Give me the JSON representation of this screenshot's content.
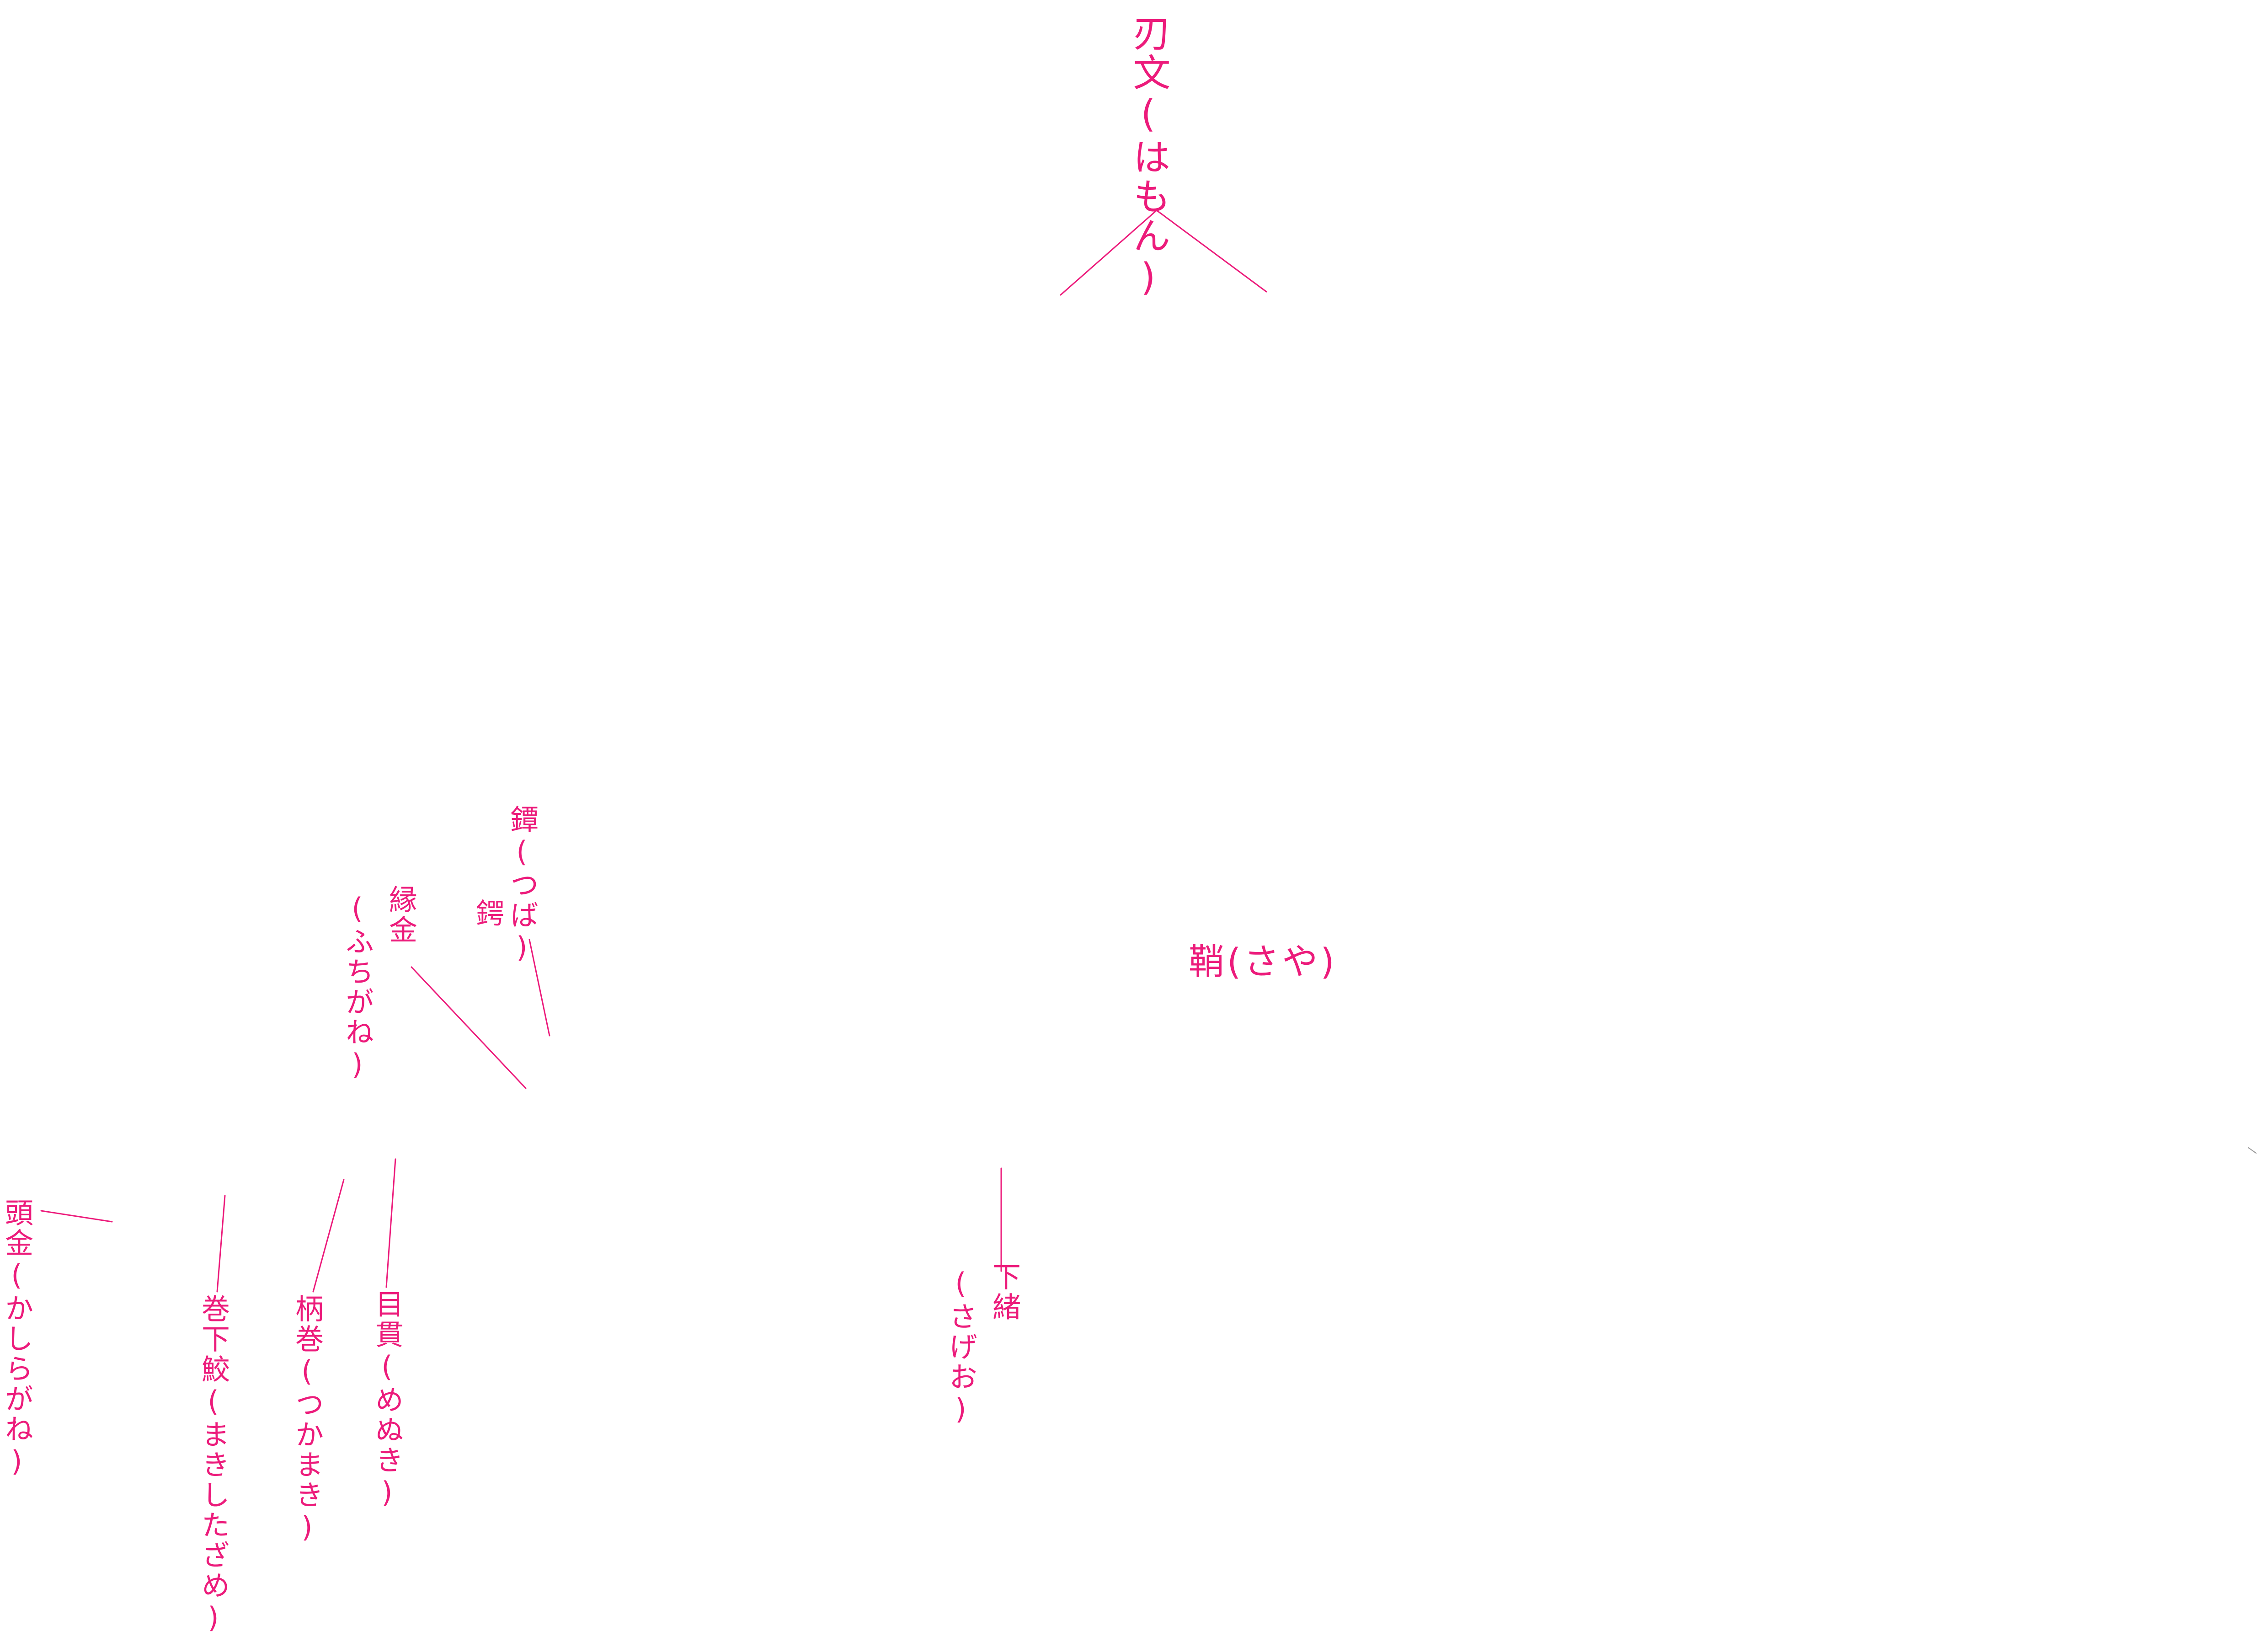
{
  "labels": {
    "hamon": "刃文(はもん)",
    "tsuba": "鐔(つば)",
    "tsuba_alt": "鍔",
    "fuchigane_kanji": "縁金",
    "fuchigane_reading": "(ふちがね)",
    "saya": "鞘(さや)",
    "sageo_kanji": "下緒",
    "sageo_reading": "(さげお)",
    "kashiragane": "頭金(かしらがね)",
    "makishitazame": "巻下鮫(まきしたざめ)",
    "tsukamaki": "柄巻(つかまき)",
    "menuki": "目貫(めぬき)"
  },
  "colors": {
    "accent": "#ec1b7b"
  }
}
